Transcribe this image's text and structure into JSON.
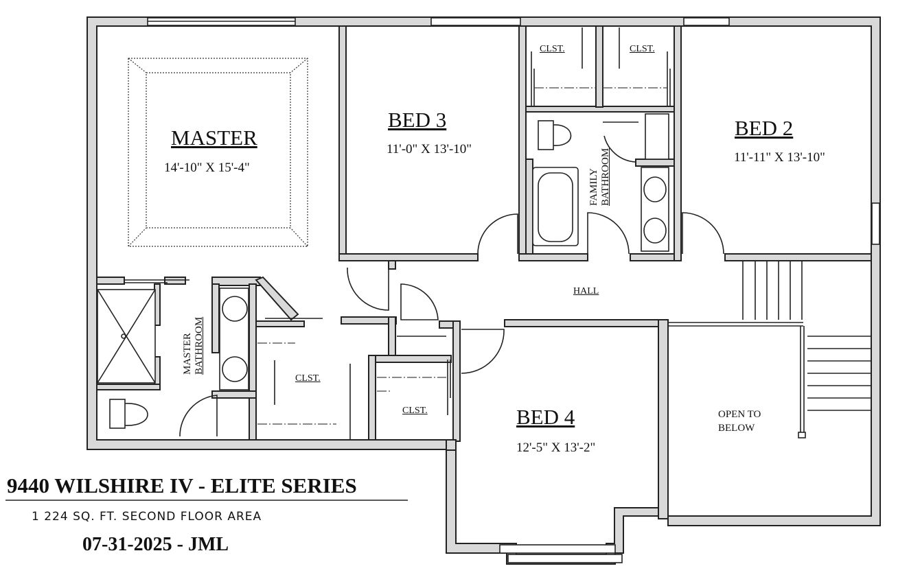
{
  "rooms": {
    "master": {
      "name": "MASTER",
      "dims": "14'-10\" X 15'-4\""
    },
    "bed3": {
      "name": "BED 3",
      "dims": "11'-0\" X 13'-10\""
    },
    "bed2": {
      "name": "BED 2",
      "dims": "11'-11\" X 13'-10\""
    },
    "bed4": {
      "name": "BED 4",
      "dims": "12'-5\" X 13'-2\""
    },
    "closet_top_left": "CLST.",
    "closet_top_right": "CLST.",
    "closet_master": "CLST.",
    "closet_bed4": "CLST.",
    "family_bath_line1": "FAMILY",
    "family_bath_line2": "BATHROOM",
    "master_bath_line1": "MASTER",
    "master_bath_line2": "BATHROOM",
    "hall": "HALL",
    "open_line1": "OPEN TO",
    "open_line2": "BELOW"
  },
  "title_block": {
    "title": "9440 WILSHIRE IV - ELITE SERIES",
    "area": "1 224 SQ. FT. SECOND FLOOR AREA",
    "date": "07-31-2025 - JML"
  },
  "colors": {
    "wall_fill": "#d9d9d9",
    "line": "#222222"
  }
}
